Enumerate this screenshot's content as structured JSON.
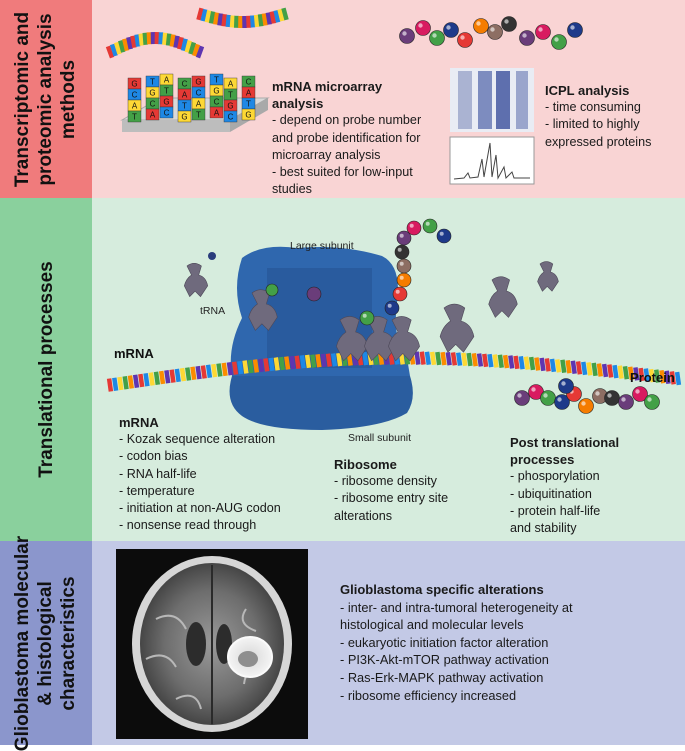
{
  "colors": {
    "top_side": "#f07b7c",
    "top_body": "#f9d4d4",
    "mid_side": "#8ad09d",
    "mid_body": "#d6ecdd",
    "bot_side": "#8b96cc",
    "bot_body": "#c3c9e6",
    "ribosome": "#2f67ae"
  },
  "panels": {
    "top": {
      "side_label_lines": [
        "Transcriptomic and",
        "proteomic analysis",
        "methods"
      ],
      "microarray": {
        "title_lines": [
          "mRNA microarray",
          "analysis"
        ],
        "items": [
          "- depend on probe number",
          "and probe identification for",
          "microarray analysis",
          "- best suited for low-input",
          "studies"
        ]
      },
      "icpl": {
        "title": "ICPL analysis",
        "items": [
          "- time consuming",
          "- limited to highly",
          "expressed proteins"
        ]
      }
    },
    "middle": {
      "side_label": "Translational processes",
      "labels": {
        "large_subunit": "Large subunit",
        "small_subunit": "Small subunit",
        "trna": "tRNA",
        "mrna": "mRNA",
        "protein": "Protein"
      },
      "mrna_box": {
        "title": "mRNA",
        "items": [
          "-  Kozak sequence alteration",
          "- codon bias",
          "- RNA half-life",
          "- temperature",
          "- initiation at non-AUG codon",
          "- nonsense read through"
        ]
      },
      "ribosome_box": {
        "title": "Ribosome",
        "items": [
          "- ribosome density",
          "- ribosome entry site",
          "alterations"
        ]
      },
      "ptp_box": {
        "title_lines": [
          "Post translational",
          "processes"
        ],
        "items": [
          "- phosporylation",
          "- ubiquitination",
          "- protein half-life",
          "and stability"
        ]
      }
    },
    "bottom": {
      "side_label_lines": [
        "Glioblastoma molecular",
        "& histological",
        "characteristics"
      ],
      "gbm": {
        "title": "Glioblastoma specific alterations",
        "items": [
          "- inter- and intra-tumoral heterogeneity at",
          "histological and molecular levels",
          "- eukaryotic initiation factor alteration",
          "- PI3K-Akt-mTOR pathway activation",
          "- Ras-Erk-MAPK pathway activation",
          "- ribosome efficiency increased"
        ]
      }
    }
  }
}
